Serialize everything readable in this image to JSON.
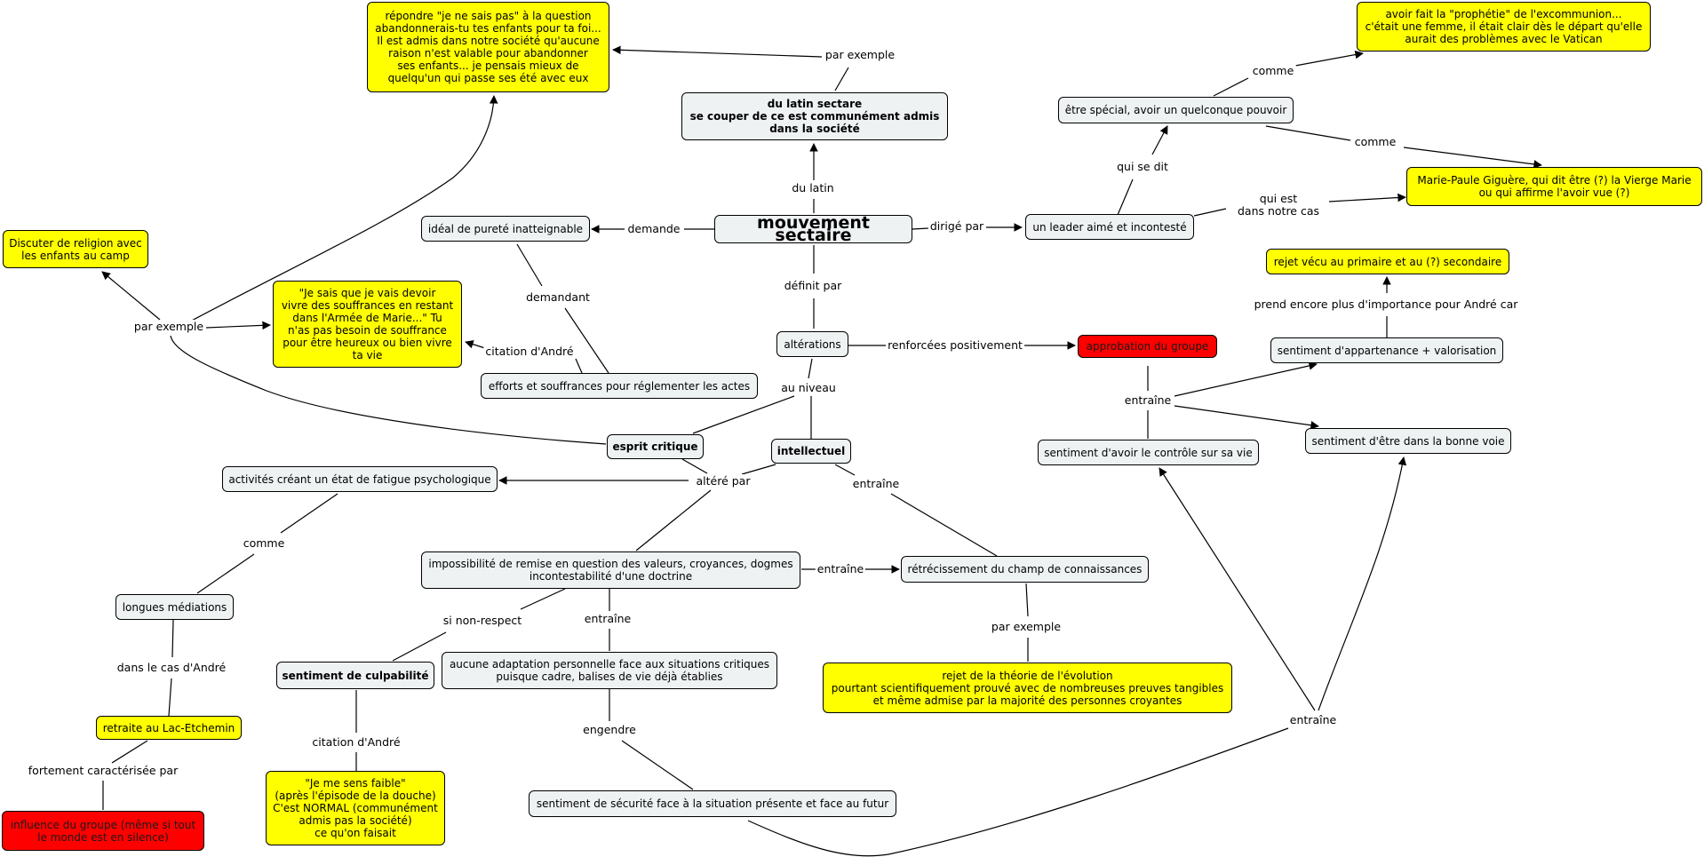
{
  "nodes": {
    "main": "mouvement sectaire",
    "latin": "du latin sectare\nse couper de ce est communément admis\ndans la société",
    "repondre": "répondre \"je ne sais pas\" à la question\nabandonnerais-tu tes enfants pour ta foi...\nIl est admis dans notre société qu'aucune\nraison n'est valable pour abandonner\nses enfants... je pensais mieux de\nquelqu'un qui passe ses été avec eux",
    "prophetie": "avoir fait la \"prophétie\" de l'excommunion...\nc'était une femme, il était clair dès le départ qu'elle\naurait des problèmes avec le Vatican",
    "special": "être spécial, avoir un quelconque pouvoir",
    "mariepaule": "Marie-Paule Giguère, qui dit être (?) la Vierge Marie\nou qui affirme l'avoir vue (?)",
    "leader": "un leader aimé et incontesté",
    "ideal": "idéal de pureté inatteignable",
    "discuter": "Discuter de religion avec\nles enfants au camp",
    "jesais": "\"Je sais que je vais devoir\nvivre des souffrances en restant\ndans l'Armée de Marie...\" Tu\nn'as pas besoin de souffrance\npour être heureux ou bien vivre\nta vie",
    "efforts": "efforts et souffrances pour réglementer les actes",
    "alterations": "altérations",
    "approbation": "approbation du groupe",
    "rejetvecu": "rejet vécu au primaire et au (?) secondaire",
    "appartenance": "sentiment d'appartenance + valorisation",
    "bonnevoie": "sentiment d'être dans la bonne voie",
    "controle": "sentiment d'avoir le contrôle sur sa vie",
    "esprit": "esprit critique",
    "intellectuel": "intellectuel",
    "activites": "activités créant un état de fatigue psychologique",
    "impossibilite": "impossibilité de remise en question des valeurs, croyances, dogmes\nincontestabilité d'une doctrine",
    "retrecissement": "rétrécissement du champ de connaissances",
    "mediations": "longues médiations",
    "culpabilite": "sentiment de culpabilité",
    "adaptation": "aucune adaptation personnelle face aux situations critiques\npuisque cadre, balises de vie déjà établies",
    "theorie": "rejet de la théorie de l'évolution\npourtant scientifiquement prouvé avec de nombreuses preuves tangibles\net même admise par la majorité des personnes croyantes",
    "retraite": "retraite au Lac-Etchemin",
    "faible": "\"Je me sens faible\"\n(après l'épisode de la douche)\nC'est NORMAL (communément\nadmis pas la société)\nce qu'on faisait",
    "influence": "influence du groupe (même si tout\nle monde est en silence)",
    "securite": "sentiment de sécurité face à la situation présente et face au futur"
  },
  "labels": {
    "par_exemple_top": "par exemple",
    "du_latin": "du latin",
    "comme1": "comme",
    "comme2": "comme",
    "qui_se_dit": "qui se dit",
    "qui_est": "qui est\ndans notre cas",
    "dirige_par": "dirigé par",
    "demande": "demande",
    "demandant": "demandant",
    "definit_par": "définit par",
    "par_exemple_left": "par exemple",
    "citation_andre1": "citation d'André",
    "renforcees": "renforcées positivement",
    "prend_encore": "prend encore plus d'importance pour André car",
    "entraine1": "entraîne",
    "au_niveau": "au niveau",
    "altere_par": "altéré par",
    "entraine2": "entraîne",
    "comme3": "comme",
    "entraine3": "entraîne",
    "si_non_respect": "si non-respect",
    "entraine4": "entraîne",
    "par_exemple_low": "par exemple",
    "dans_le_cas": "dans le cas d'André",
    "citation_andre2": "citation d'André",
    "engendre": "engendre",
    "entraine5": "entraîne",
    "fortement": "fortement caractérisée par"
  },
  "colors": {
    "concept": "#eef2f3",
    "example": "#ffff00",
    "highlight": "#ff0000",
    "line": "#000000"
  }
}
